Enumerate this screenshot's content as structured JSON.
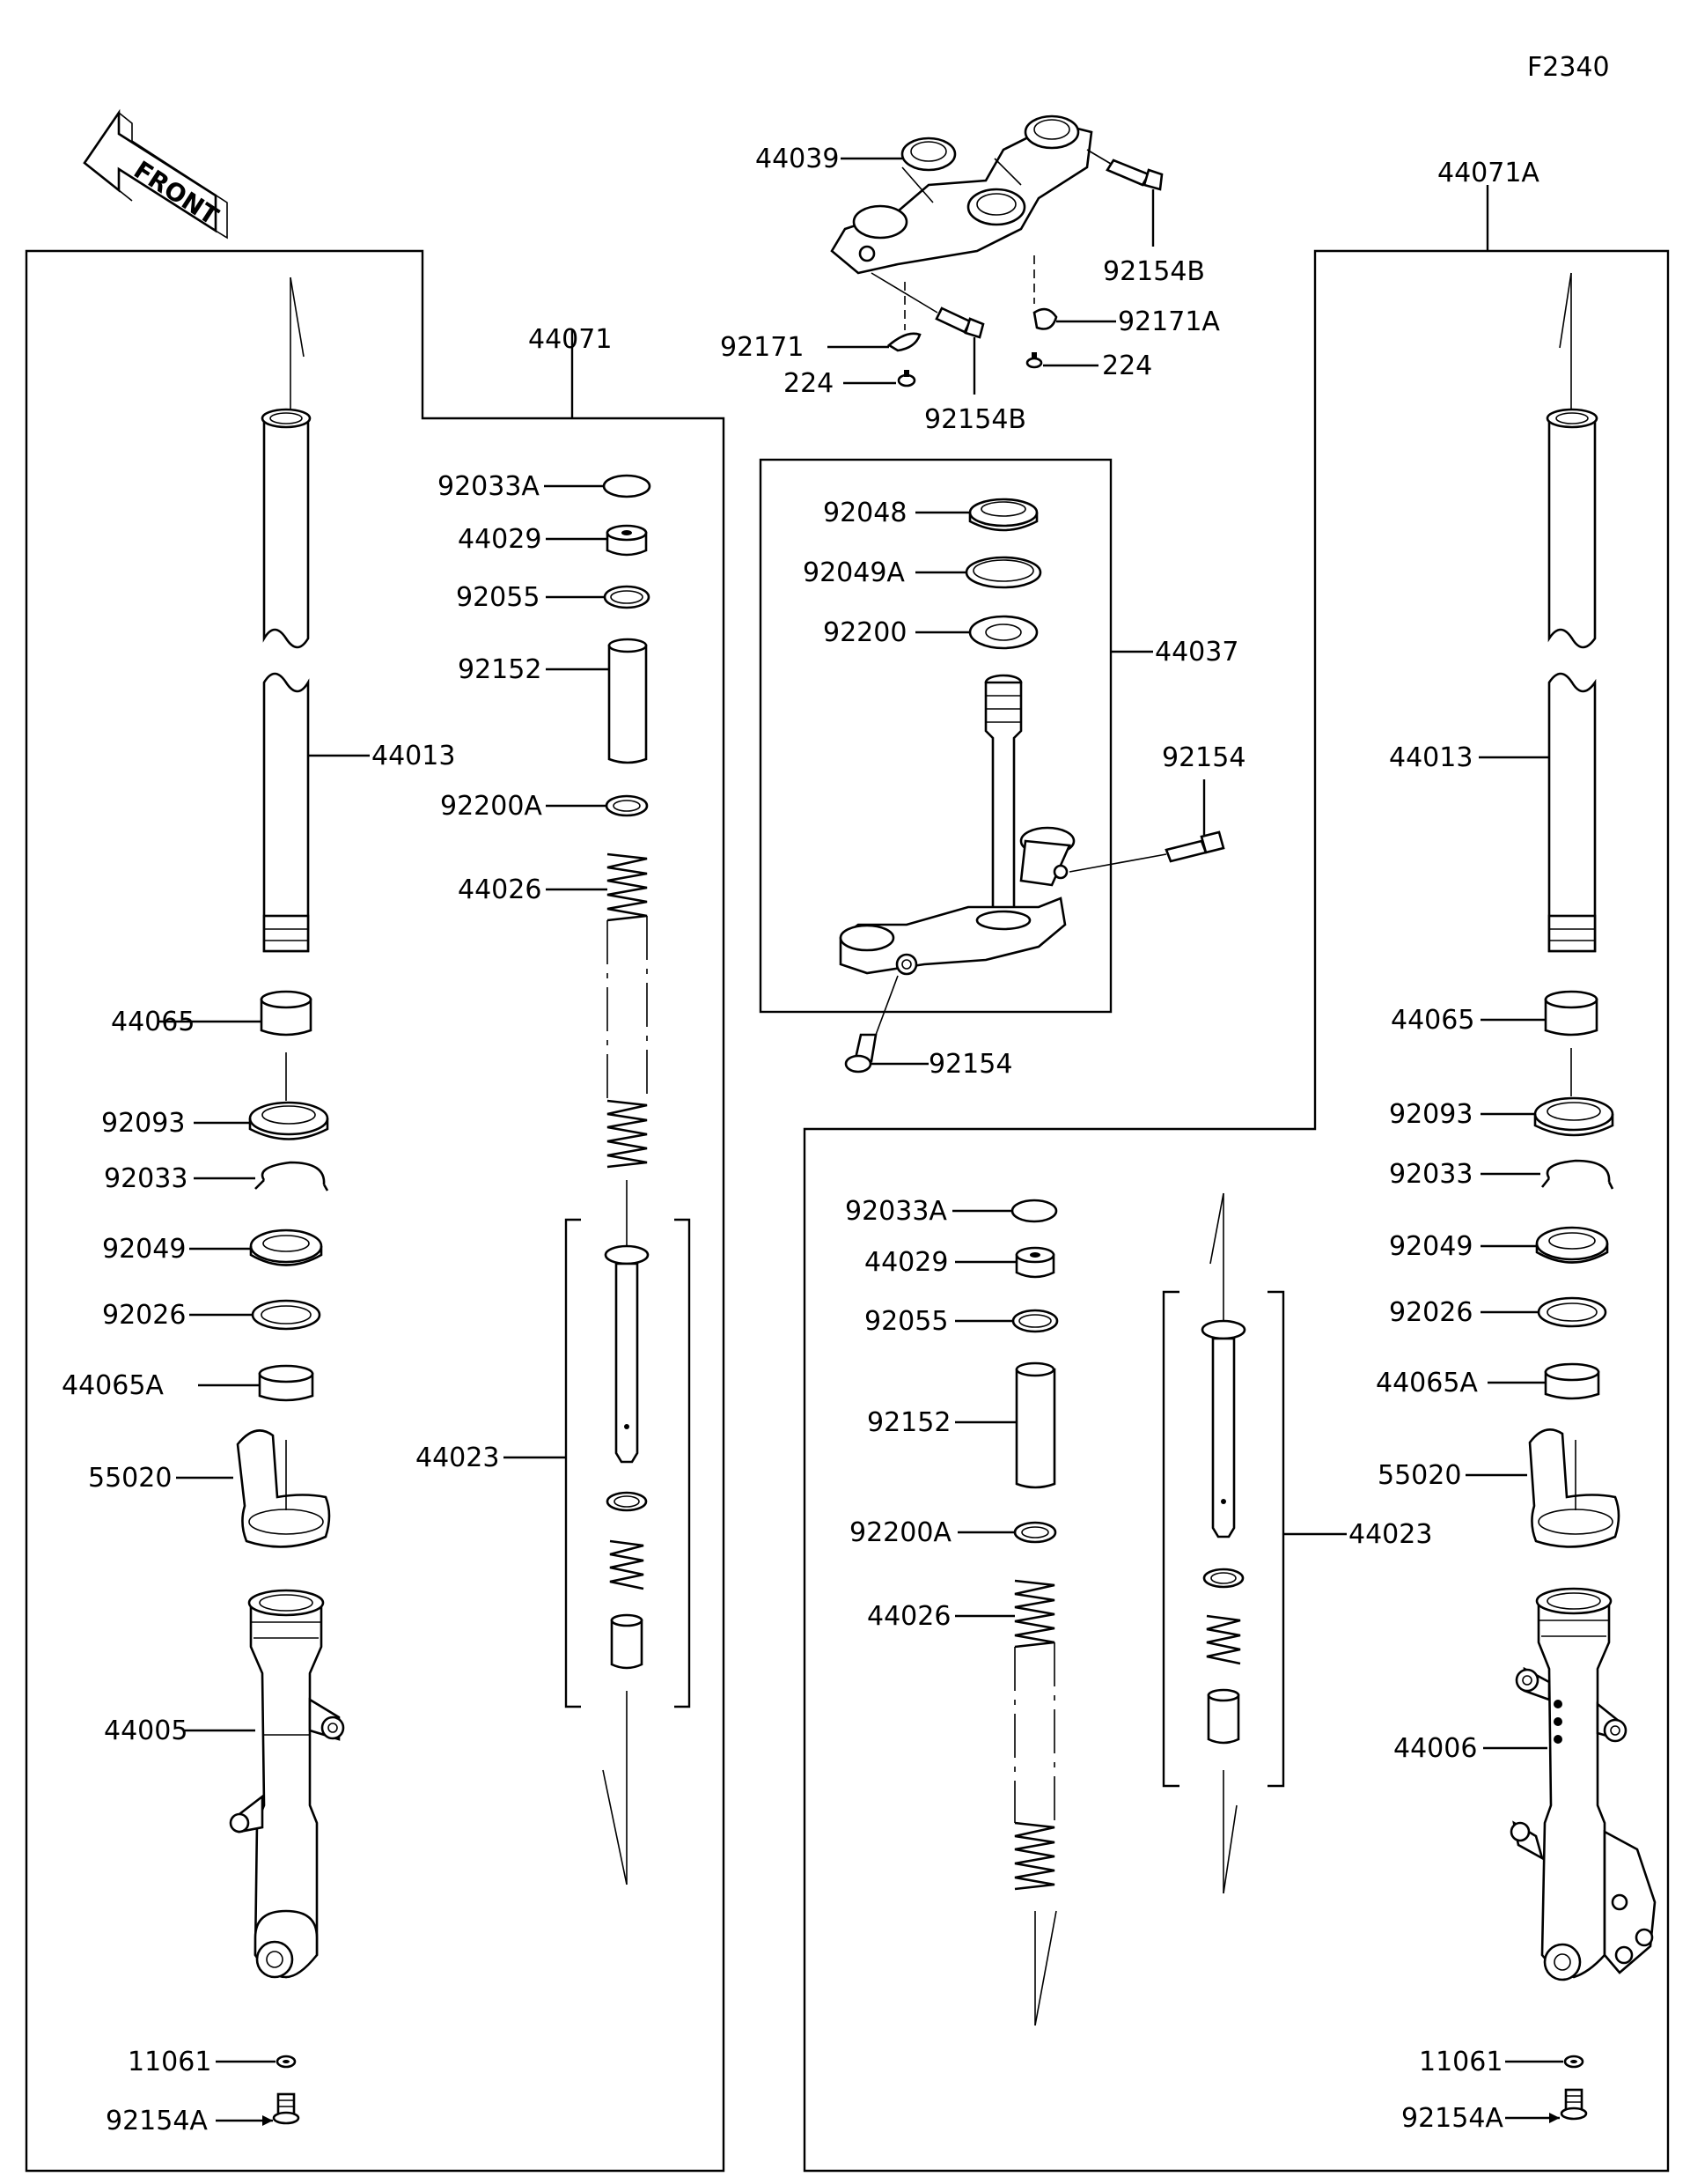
{
  "diagram_code": "F2340",
  "front_label": "FRONT",
  "callouts": {
    "c44039": "44039",
    "c92154B_a": "92154B",
    "c92154B_b": "92154B",
    "c92171": "92171",
    "c92171A": "92171A",
    "c224_a": "224",
    "c224_b": "224",
    "c44071": "44071",
    "c44071A": "44071A",
    "c92033A_l": "92033A",
    "c44029_l": "44029",
    "c92055_l": "92055",
    "c92152_l": "92152",
    "c92200A_l": "92200A",
    "c44026_l": "44026",
    "c44023_l": "44023",
    "c44013_l": "44013",
    "c44065_l": "44065",
    "c92093_l": "92093",
    "c92033_l": "92033",
    "c92049_l": "92049",
    "c92026_l": "92026",
    "c44065A_l": "44065A",
    "c55020_l": "55020",
    "c44005": "44005",
    "c11061_l": "11061",
    "c92154A_l": "92154A",
    "c92048": "92048",
    "c92049A": "92049A",
    "c92200": "92200",
    "c44037": "44037",
    "c92154_a": "92154",
    "c92154_b": "92154",
    "c92033A_r": "92033A",
    "c44029_r": "44029",
    "c92055_r": "92055",
    "c92152_r": "92152",
    "c92200A_r": "92200A",
    "c44026_r": "44026",
    "c44023_r": "44023",
    "c44013_r": "44013",
    "c44065_r": "44065",
    "c92093_r": "92093",
    "c92033_r": "92033",
    "c92049_r": "92049",
    "c92026_r": "92026",
    "c44065A_r": "44065A",
    "c55020_r": "55020",
    "c44006": "44006",
    "c11061_r": "11061",
    "c92154A_r": "92154A"
  }
}
